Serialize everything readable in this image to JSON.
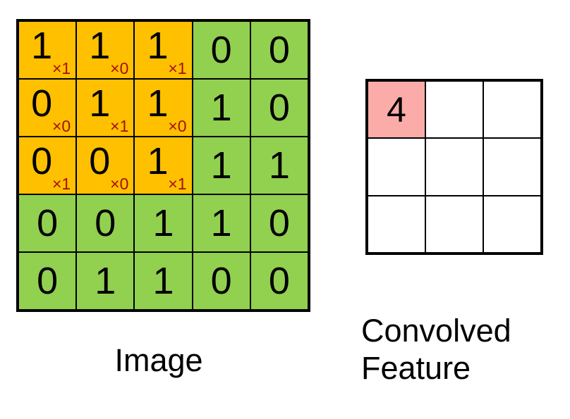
{
  "figure": {
    "topic": "2D convolution of a 3x3 kernel over a 5x5 binary image"
  },
  "image_grid": {
    "rows": 5,
    "cols": 5,
    "plain_color": "#92D050",
    "kernel_color": "#FFC000",
    "border_color": "#000000",
    "multiplier_color": "#A50F0F",
    "caption": "Image",
    "values": [
      [
        "1",
        "1",
        "1",
        "0",
        "0"
      ],
      [
        "0",
        "1",
        "1",
        "1",
        "0"
      ],
      [
        "0",
        "0",
        "1",
        "1",
        "1"
      ],
      [
        "0",
        "0",
        "1",
        "1",
        "0"
      ],
      [
        "0",
        "1",
        "1",
        "0",
        "0"
      ]
    ],
    "multipliers": [
      [
        "×1",
        "×0",
        "×1",
        "",
        ""
      ],
      [
        "×0",
        "×1",
        "×0",
        "",
        ""
      ],
      [
        "×1",
        "×0",
        "×1",
        "",
        ""
      ],
      [
        "",
        "",
        "",
        "",
        ""
      ],
      [
        "",
        "",
        "",
        "",
        ""
      ]
    ],
    "kernel_overlay": {
      "top_row": 0,
      "left_col": 0,
      "size": 3,
      "weights": [
        [
          "1",
          "0",
          "1"
        ],
        [
          "0",
          "1",
          "0"
        ],
        [
          "1",
          "0",
          "1"
        ]
      ]
    }
  },
  "feature_grid": {
    "rows": 3,
    "cols": 3,
    "cell_color": "#FFFFFF",
    "highlight_color": "#FBACA8",
    "border_color": "#000000",
    "caption": "Convolved\nFeature",
    "values": [
      [
        "4",
        "",
        ""
      ],
      [
        "",
        "",
        ""
      ],
      [
        "",
        "",
        ""
      ]
    ],
    "highlight": {
      "row": 0,
      "col": 0
    }
  }
}
